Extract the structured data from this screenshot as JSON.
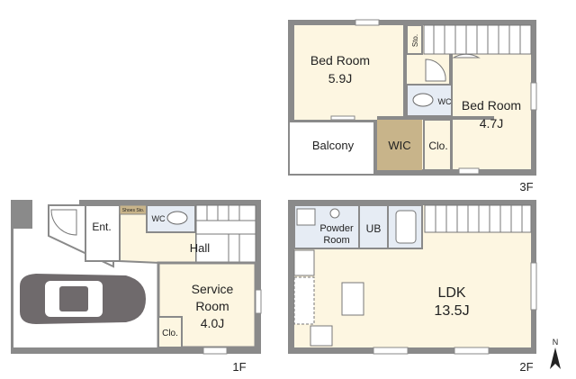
{
  "colors": {
    "wall": "#8a8a8a",
    "floor_bed": "#fdf6e1",
    "floor_wet": "#e6ecf4",
    "wic": "#c8b48a",
    "balcony": "#ffffff",
    "text": "#222222",
    "car": "#6f6a6c"
  },
  "floors": {
    "f3": {
      "label": "3F",
      "rooms": {
        "bedroom1": {
          "name": "Bed Room",
          "size": "5.9J"
        },
        "bedroom2": {
          "name": "Bed Room",
          "size": "4.7J"
        },
        "sto": "Sto.",
        "wc": "WC",
        "wic": "WIC",
        "clo": "Clo.",
        "balcony": "Balcony"
      }
    },
    "f2": {
      "label": "2F",
      "rooms": {
        "ldk": {
          "name": "LDK",
          "size": "13.5J"
        },
        "powder_line1": "Powder",
        "powder_line2": "Room",
        "ub": "UB"
      }
    },
    "f1": {
      "label": "1F",
      "rooms": {
        "entrance": "Ent.",
        "shoes": "Shoes Sto.",
        "wc": "WC",
        "hall": "Hall",
        "service_line1": "Service",
        "service_line2": "Room",
        "service_size": "4.0J",
        "clo": "Clo."
      }
    }
  },
  "compass": {
    "label": "N",
    "icon": "north-arrow-icon"
  }
}
